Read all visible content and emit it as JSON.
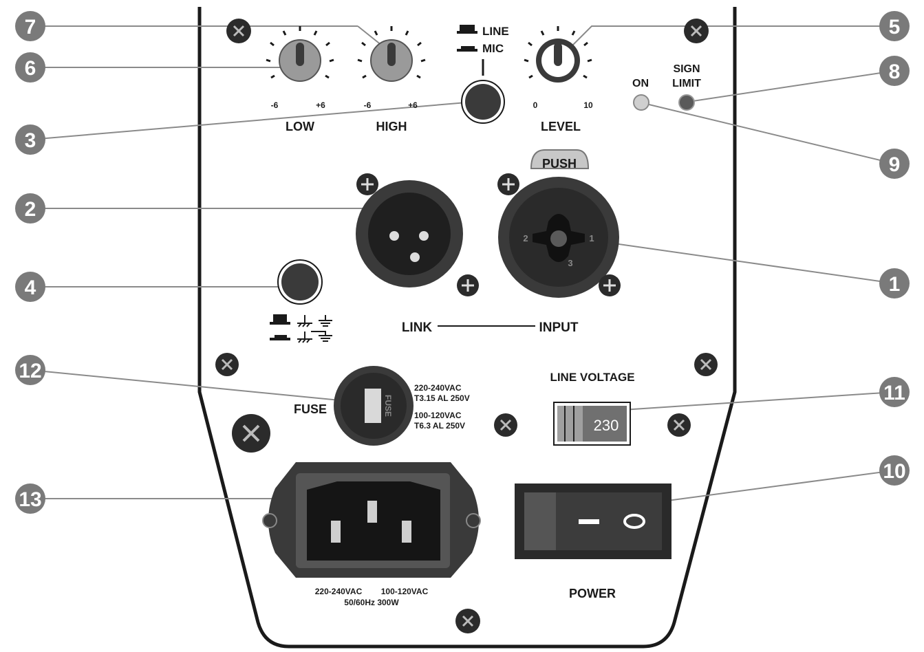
{
  "controls": {
    "low_label": "LOW",
    "high_label": "HIGH",
    "level_label": "LEVEL",
    "eq_min": "-6",
    "eq_max": "+6",
    "level_min": "0",
    "level_max": "10",
    "line_label": "LINE",
    "mic_label": "MIC"
  },
  "indicators": {
    "on_label": "ON",
    "sign_label": "SIGN",
    "limit_label": "LIMIT"
  },
  "connectors": {
    "push_label": "PUSH",
    "pin_1": "1",
    "pin_2": "2",
    "pin_3": "3",
    "link_label": "LINK",
    "input_label": "INPUT"
  },
  "fuse": {
    "label": "FUSE",
    "holder_text": "FUSE",
    "spec_high_voltage": "220-240VAC",
    "spec_high_rating": "T3.15 AL 250V",
    "spec_low_voltage": "100-120VAC",
    "spec_low_rating": "T6.3 AL 250V"
  },
  "line_voltage": {
    "label": "LINE VOLTAGE",
    "value": "230"
  },
  "power": {
    "label": "POWER",
    "spec_line1_left": "220-240VAC",
    "spec_line1_right": "100-120VAC",
    "spec_line2": "50/60Hz 300W"
  },
  "callouts": {
    "c1": "1",
    "c2": "2",
    "c3": "3",
    "c4": "4",
    "c5": "5",
    "c6": "6",
    "c7": "7",
    "c8": "8",
    "c9": "9",
    "c10": "10",
    "c11": "11",
    "c12": "12",
    "c13": "13"
  },
  "colors": {
    "panel_outline": "#1a1a1a",
    "callout_fill": "#7a7a7a",
    "dark_metal": "#2b2b2b",
    "knob_gray": "#9a9a9a"
  }
}
